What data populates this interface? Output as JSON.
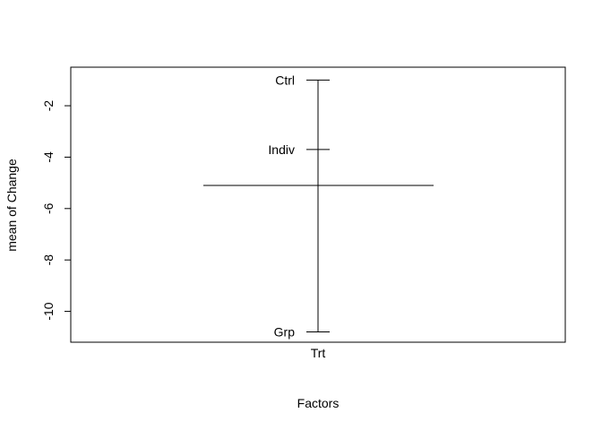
{
  "chart_data": {
    "type": "design-plot",
    "title": "",
    "xlabel": "Factors",
    "ylabel": "mean of Change",
    "ylim": [
      -11.2,
      -0.5
    ],
    "yticks": [
      -2,
      -4,
      -6,
      -8,
      -10
    ],
    "grand_mean": -5.1,
    "factors": [
      {
        "name": "Trt",
        "levels": [
          {
            "label": "Ctrl",
            "value": -1.0
          },
          {
            "label": "Indiv",
            "value": -3.7
          },
          {
            "label": "Grp",
            "value": -10.8
          }
        ]
      }
    ]
  }
}
